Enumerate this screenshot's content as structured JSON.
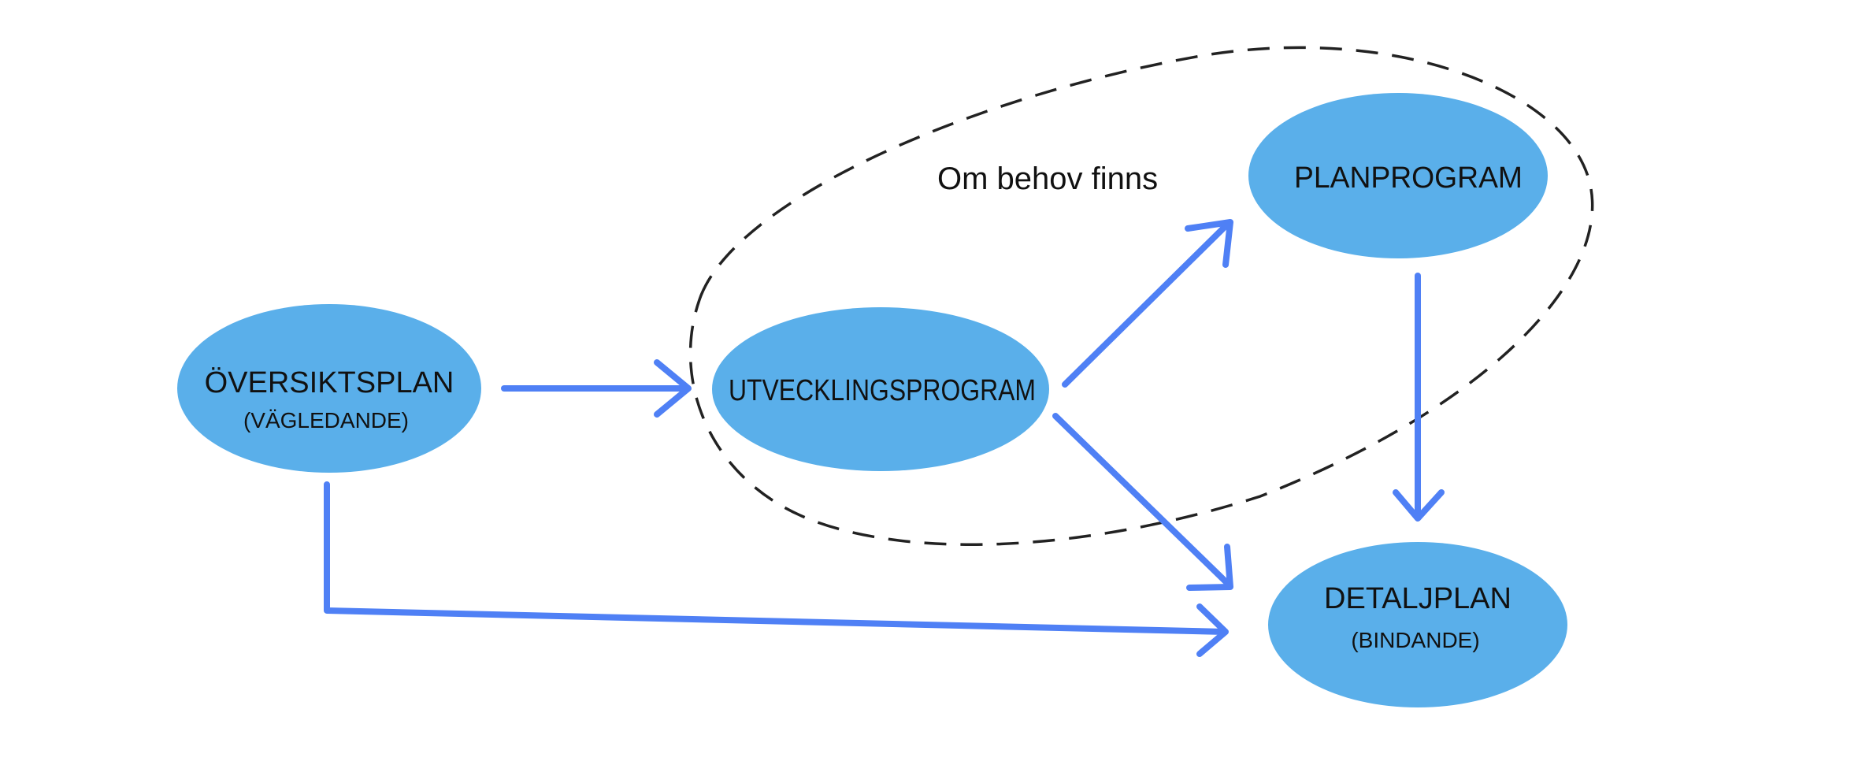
{
  "colors": {
    "node_fill": "#5aafea",
    "arrow": "#4f80f5",
    "dashed_outline": "#222222",
    "text": "#111111"
  },
  "nodes": {
    "oversiktsplan": {
      "title": "ÖVERSIKTSPLAN",
      "subtitle": "(VÄGLEDANDE)"
    },
    "utvecklingsprogram": {
      "title": "UTVECKLINGSPROGRAM"
    },
    "planprogram": {
      "title": "PLANPROGRAM"
    },
    "detaljplan": {
      "title": "DETALJPLAN",
      "subtitle": "(BINDANDE)"
    }
  },
  "optional_group": {
    "label": "Om behov finns"
  },
  "edges": [
    {
      "from": "oversiktsplan",
      "to": "utvecklingsprogram"
    },
    {
      "from": "utvecklingsprogram",
      "to": "planprogram"
    },
    {
      "from": "utvecklingsprogram",
      "to": "detaljplan"
    },
    {
      "from": "planprogram",
      "to": "detaljplan"
    },
    {
      "from": "oversiktsplan",
      "to": "detaljplan"
    }
  ]
}
